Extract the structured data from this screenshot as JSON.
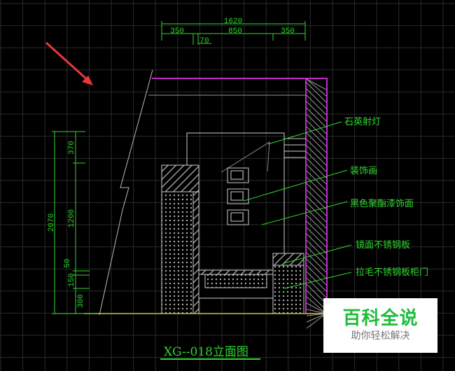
{
  "dimensions": {
    "top_total": "1620",
    "top_left": "350",
    "top_mid": "850",
    "top_right": "350",
    "top_small": "70",
    "side_total": "2070",
    "side_370": "370",
    "side_1200": "1200",
    "side_50": "50",
    "side_150": "150",
    "side_300": "300"
  },
  "labels": [
    "石英射灯",
    "装饰画",
    "黑色聚酯漆饰面",
    "镜面不锈钢板",
    "拉毛不锈钢板柜门"
  ],
  "title": "XG--018立面图",
  "watermark": {
    "brand": "百科全说",
    "slogan": "助你轻松解决"
  },
  "colors": {
    "dim": "#2fd72f",
    "wall": "#c42bd0",
    "ground": "#c8c020",
    "arrow": "#e8383a"
  }
}
